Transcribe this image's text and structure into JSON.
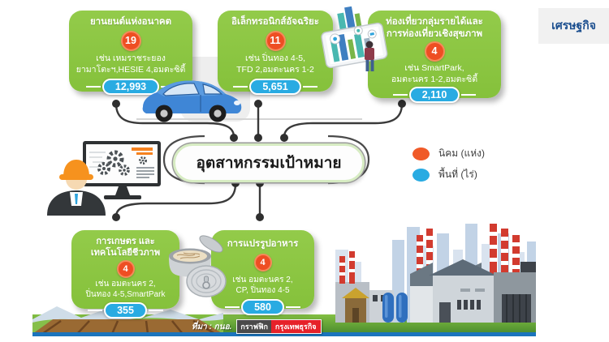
{
  "page": {
    "category_label": "เศรษฐกิจ"
  },
  "diagram": {
    "center_title": "อุตสาหกรรมเป้าหมาย",
    "legend": [
      {
        "label": "นิคม (แห่ง)",
        "color": "#f05a28"
      },
      {
        "label": "พื้นที่ (ไร่)",
        "color": "#29abe2"
      }
    ],
    "nodes": [
      {
        "id": "future-vehicles",
        "title_lines": [
          "ยานยนต์แห่งอนาคต"
        ],
        "estates_count": "19",
        "examples_lines": [
          "เช่น เหมราชระยอง",
          "ยามาโตะฯ,HESIE 4,อมตะซิตี้"
        ],
        "area_rai": "12,993"
      },
      {
        "id": "smart-electronics",
        "title_lines": [
          "อิเล็กทรอนิกส์อัจฉริยะ"
        ],
        "estates_count": "11",
        "examples_lines": [
          "เช่น ปิ่นทอง 4-5,",
          "TFD 2,อมตะนคร 1-2"
        ],
        "area_rai": "5,651"
      },
      {
        "id": "wellness-tourism",
        "title_lines": [
          "ท่องเที่ยวกลุ่มรายได้และ",
          "การท่องเที่ยวเชิงสุขภาพ"
        ],
        "estates_count": "4",
        "examples_lines": [
          "เช่น SmartPark,",
          "อมตะนคร 1-2,อมตะซิตี้"
        ],
        "area_rai": "2,110"
      },
      {
        "id": "agriculture-biotech",
        "title_lines": [
          "การเกษตร และ",
          "เทคโนโลยีชีวภาพ"
        ],
        "estates_count": "4",
        "examples_lines": [
          "เช่น อมตะนคร 2,",
          "ปิ่นทอง 4-5,SmartPark"
        ],
        "area_rai": "355"
      },
      {
        "id": "food-processing",
        "title_lines": [
          "การแปรรูปอาหาร"
        ],
        "estates_count": "4",
        "examples_lines": [
          "เช่น อมตะนคร 2,",
          "CP, ปิ่นทอง 4-5"
        ],
        "area_rai": "580"
      }
    ],
    "colors": {
      "node_green": "#8dc63f",
      "count_orange": "#ee4e23",
      "area_blue": "#29abe2",
      "connector": "#3a3a3a",
      "bottom_bar_blue": "#1b74bc"
    },
    "illustrations": [
      "engineer-illustration",
      "blue-car-illustration",
      "smart-city-tablet-illustration",
      "canned-food-illustration",
      "factory-skyline-illustration",
      "farm-field-illustration"
    ]
  },
  "footer": {
    "source": "ที่มา : กนอ.",
    "credit_prefix": "กราฟฟิก",
    "credit_brand": "กรุงเทพธุรกิจ"
  }
}
